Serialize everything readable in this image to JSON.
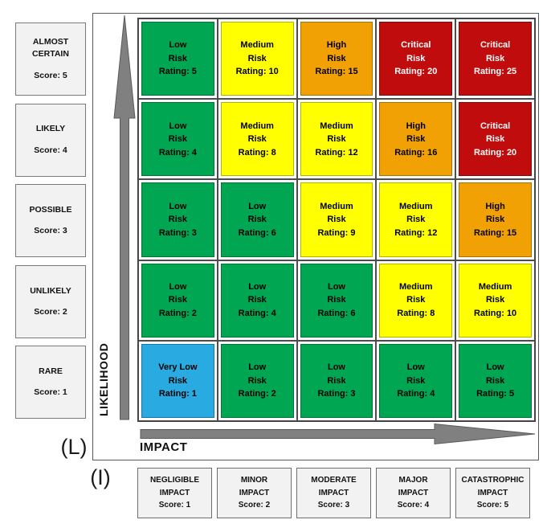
{
  "palette": {
    "green": {
      "bg": "#00A651",
      "text": "#000000"
    },
    "yellow": {
      "bg": "#FFFF00",
      "text": "#000000"
    },
    "orange": {
      "bg": "#F2A104",
      "text": "#000000"
    },
    "red": {
      "bg": "#C00C0C",
      "text": "#FFFFFF"
    },
    "blue": {
      "bg": "#29ABE2",
      "text": "#000000"
    }
  },
  "likelihood_axis": {
    "label": "LIKELIHOOD",
    "symbol": "(L)",
    "levels": [
      {
        "name": "ALMOST CERTAIN",
        "score_label": "Score: 5"
      },
      {
        "name": "LIKELY",
        "score_label": "Score: 4"
      },
      {
        "name": "POSSIBLE",
        "score_label": "Score: 3"
      },
      {
        "name": "UNLIKELY",
        "score_label": "Score: 2"
      },
      {
        "name": "RARE",
        "score_label": "Score: 1"
      }
    ]
  },
  "impact_axis": {
    "label": "IMPACT",
    "symbol": "(I)",
    "levels": [
      {
        "line1": "NEGLIGIBLE",
        "line2": "IMPACT",
        "score_label": "Score: 1"
      },
      {
        "line1": "MINOR",
        "line2": "IMPACT",
        "score_label": "Score: 2"
      },
      {
        "line1": "MODERATE",
        "line2": "IMPACT",
        "score_label": "Score: 3"
      },
      {
        "line1": "MAJOR",
        "line2": "IMPACT",
        "score_label": "Score: 4"
      },
      {
        "line1": "CATASTROPHIC",
        "line2": "IMPACT",
        "score_label": "Score: 5"
      }
    ]
  },
  "matrix": {
    "risk_word": "Risk",
    "rows": [
      [
        {
          "level": "Low",
          "rating": "Rating: 5",
          "color": "green"
        },
        {
          "level": "Medium",
          "rating": "Rating: 10",
          "color": "yellow"
        },
        {
          "level": "High",
          "rating": "Rating: 15",
          "color": "orange"
        },
        {
          "level": "Critical",
          "rating": "Rating: 20",
          "color": "red"
        },
        {
          "level": "Critical",
          "rating": "Rating: 25",
          "color": "red"
        }
      ],
      [
        {
          "level": "Low",
          "rating": "Rating: 4",
          "color": "green"
        },
        {
          "level": "Medium",
          "rating": "Rating: 8",
          "color": "yellow"
        },
        {
          "level": "Medium",
          "rating": "Rating: 12",
          "color": "yellow"
        },
        {
          "level": "High",
          "rating": "Rating: 16",
          "color": "orange"
        },
        {
          "level": "Critical",
          "rating": "Rating: 20",
          "color": "red"
        }
      ],
      [
        {
          "level": "Low",
          "rating": "Rating: 3",
          "color": "green"
        },
        {
          "level": "Low",
          "rating": "Rating: 6",
          "color": "green"
        },
        {
          "level": "Medium",
          "rating": "Rating: 9",
          "color": "yellow"
        },
        {
          "level": "Medium",
          "rating": "Rating: 12",
          "color": "yellow"
        },
        {
          "level": "High",
          "rating": "Rating: 15",
          "color": "orange"
        }
      ],
      [
        {
          "level": "Low",
          "rating": "Rating: 2",
          "color": "green"
        },
        {
          "level": "Low",
          "rating": "Rating: 4",
          "color": "green"
        },
        {
          "level": "Low",
          "rating": "Rating: 6",
          "color": "green"
        },
        {
          "level": "Medium",
          "rating": "Rating: 8",
          "color": "yellow"
        },
        {
          "level": "Medium",
          "rating": "Rating: 10",
          "color": "yellow"
        }
      ],
      [
        {
          "level": "Very Low",
          "rating": "Rating: 1",
          "color": "blue"
        },
        {
          "level": "Low",
          "rating": "Rating: 2",
          "color": "green"
        },
        {
          "level": "Low",
          "rating": "Rating: 3",
          "color": "green"
        },
        {
          "level": "Low",
          "rating": "Rating: 4",
          "color": "green"
        },
        {
          "level": "Low",
          "rating": "Rating: 5",
          "color": "green"
        }
      ]
    ]
  }
}
